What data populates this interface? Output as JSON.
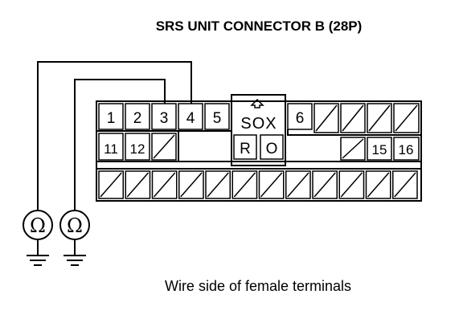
{
  "title": "SRS UNIT CONNECTOR B (28P)",
  "caption": "Wire side of female terminals",
  "connector": {
    "row1_terminals": [
      "1",
      "2",
      "3",
      "4",
      "5",
      "6"
    ],
    "row2_terminals": [
      "11",
      "12",
      "15",
      "16"
    ],
    "housing_label": "SOX",
    "housing_sub": [
      "R",
      "O"
    ]
  },
  "meters": [
    {
      "symbol": "Ω",
      "icon": "ohmmeter-icon"
    },
    {
      "symbol": "Ω",
      "icon": "ohmmeter-icon"
    }
  ],
  "colors": {
    "line": "#000000",
    "background": "#ffffff"
  }
}
